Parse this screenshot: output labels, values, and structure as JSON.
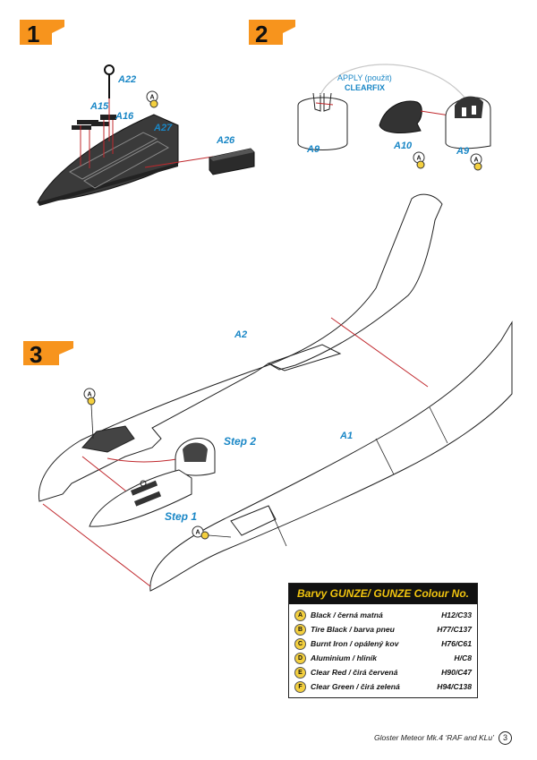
{
  "steps": [
    {
      "number": "1",
      "labels": [
        "A22",
        "A15",
        "A16",
        "A27",
        "A26"
      ]
    },
    {
      "number": "2",
      "labels": [
        "A9",
        "A10",
        "A9"
      ],
      "apply_text": "APPLY (použit)",
      "apply_material": "CLEARFIX"
    },
    {
      "number": "3",
      "labels": [
        "A2",
        "A1"
      ],
      "substeps": [
        "Step 2",
        "Step 1"
      ]
    }
  ],
  "colour_badges": {
    "step1": "A",
    "step2_a10": "A",
    "step2_a9": "A",
    "step3_cockpit": "A",
    "step3_nose": "A"
  },
  "colour_table": {
    "title": "Barvy GUNZE/ GUNZE Colour No.",
    "rows": [
      {
        "letter": "A",
        "name": "Black / černá matná",
        "code": "H12/C33"
      },
      {
        "letter": "B",
        "name": "Tire Black / barva pneu",
        "code": "H77/C137"
      },
      {
        "letter": "C",
        "name": "Burnt Iron / opálený kov",
        "code": "H76/C61"
      },
      {
        "letter": "D",
        "name": "Aluminium / hliník",
        "code": "H/C8"
      },
      {
        "letter": "E",
        "name": "Clear Red / čirá červená",
        "code": "H90/C47"
      },
      {
        "letter": "F",
        "name": "Clear Green / čirá zelená",
        "code": "H94/C138"
      }
    ]
  },
  "footer": {
    "title": "Gloster Meteor Mk.4 ‘RAF and KLu’",
    "page": "3"
  },
  "colors": {
    "step_flag": "#f7941d",
    "label_blue": "#1a87c6",
    "leader_red": "#c0282d",
    "paint_yellow": "#f4d03f"
  }
}
